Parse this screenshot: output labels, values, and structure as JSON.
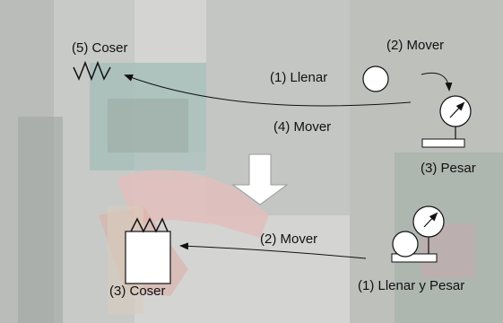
{
  "labels": {
    "coser_top": "(5) Coser",
    "mover_top": "(2) Mover",
    "llenar_top": "(1) Llenar",
    "mover_mid": "(4) Mover",
    "pesar_top": "(3) Pesar",
    "mover_bottom": "(2) Mover",
    "coser_bottom": "(3) Coser",
    "llenar_pesar_bottom": "(1) Llenar y Pesar"
  },
  "icons": {
    "sewing": "zigzag-stitch-icon",
    "bag": "round-bag-icon",
    "scale": "weighing-scale-icon",
    "arrow_down": "block-down-arrow-icon",
    "bag_sewn": "sewn-bag-icon"
  },
  "colors": {
    "ink": "#111111",
    "photo_base": "#bdbdbd",
    "photo_dark": "#6f7a70",
    "photo_green": "#6f9e94",
    "arm_skin": "#d9a9a3"
  }
}
